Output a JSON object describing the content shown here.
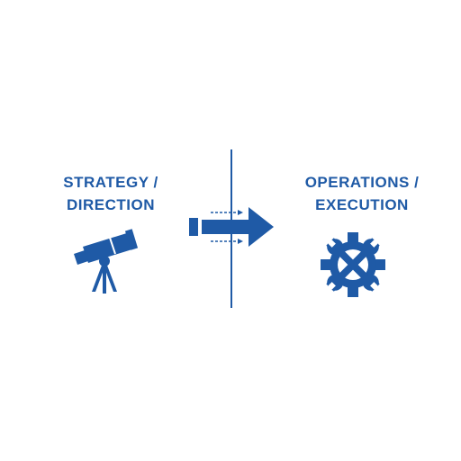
{
  "diagram": {
    "left": {
      "line1": "STRATEGY /",
      "line2": "DIRECTION",
      "icon": "telescope-icon"
    },
    "right": {
      "line1": "OPERATIONS /",
      "line2": "EXECUTION",
      "icon": "gear-wrench-icon"
    },
    "connector_icon": "arrow-right-icon",
    "colors": {
      "primary": "#1f5aa6",
      "background": "#ffffff"
    }
  }
}
